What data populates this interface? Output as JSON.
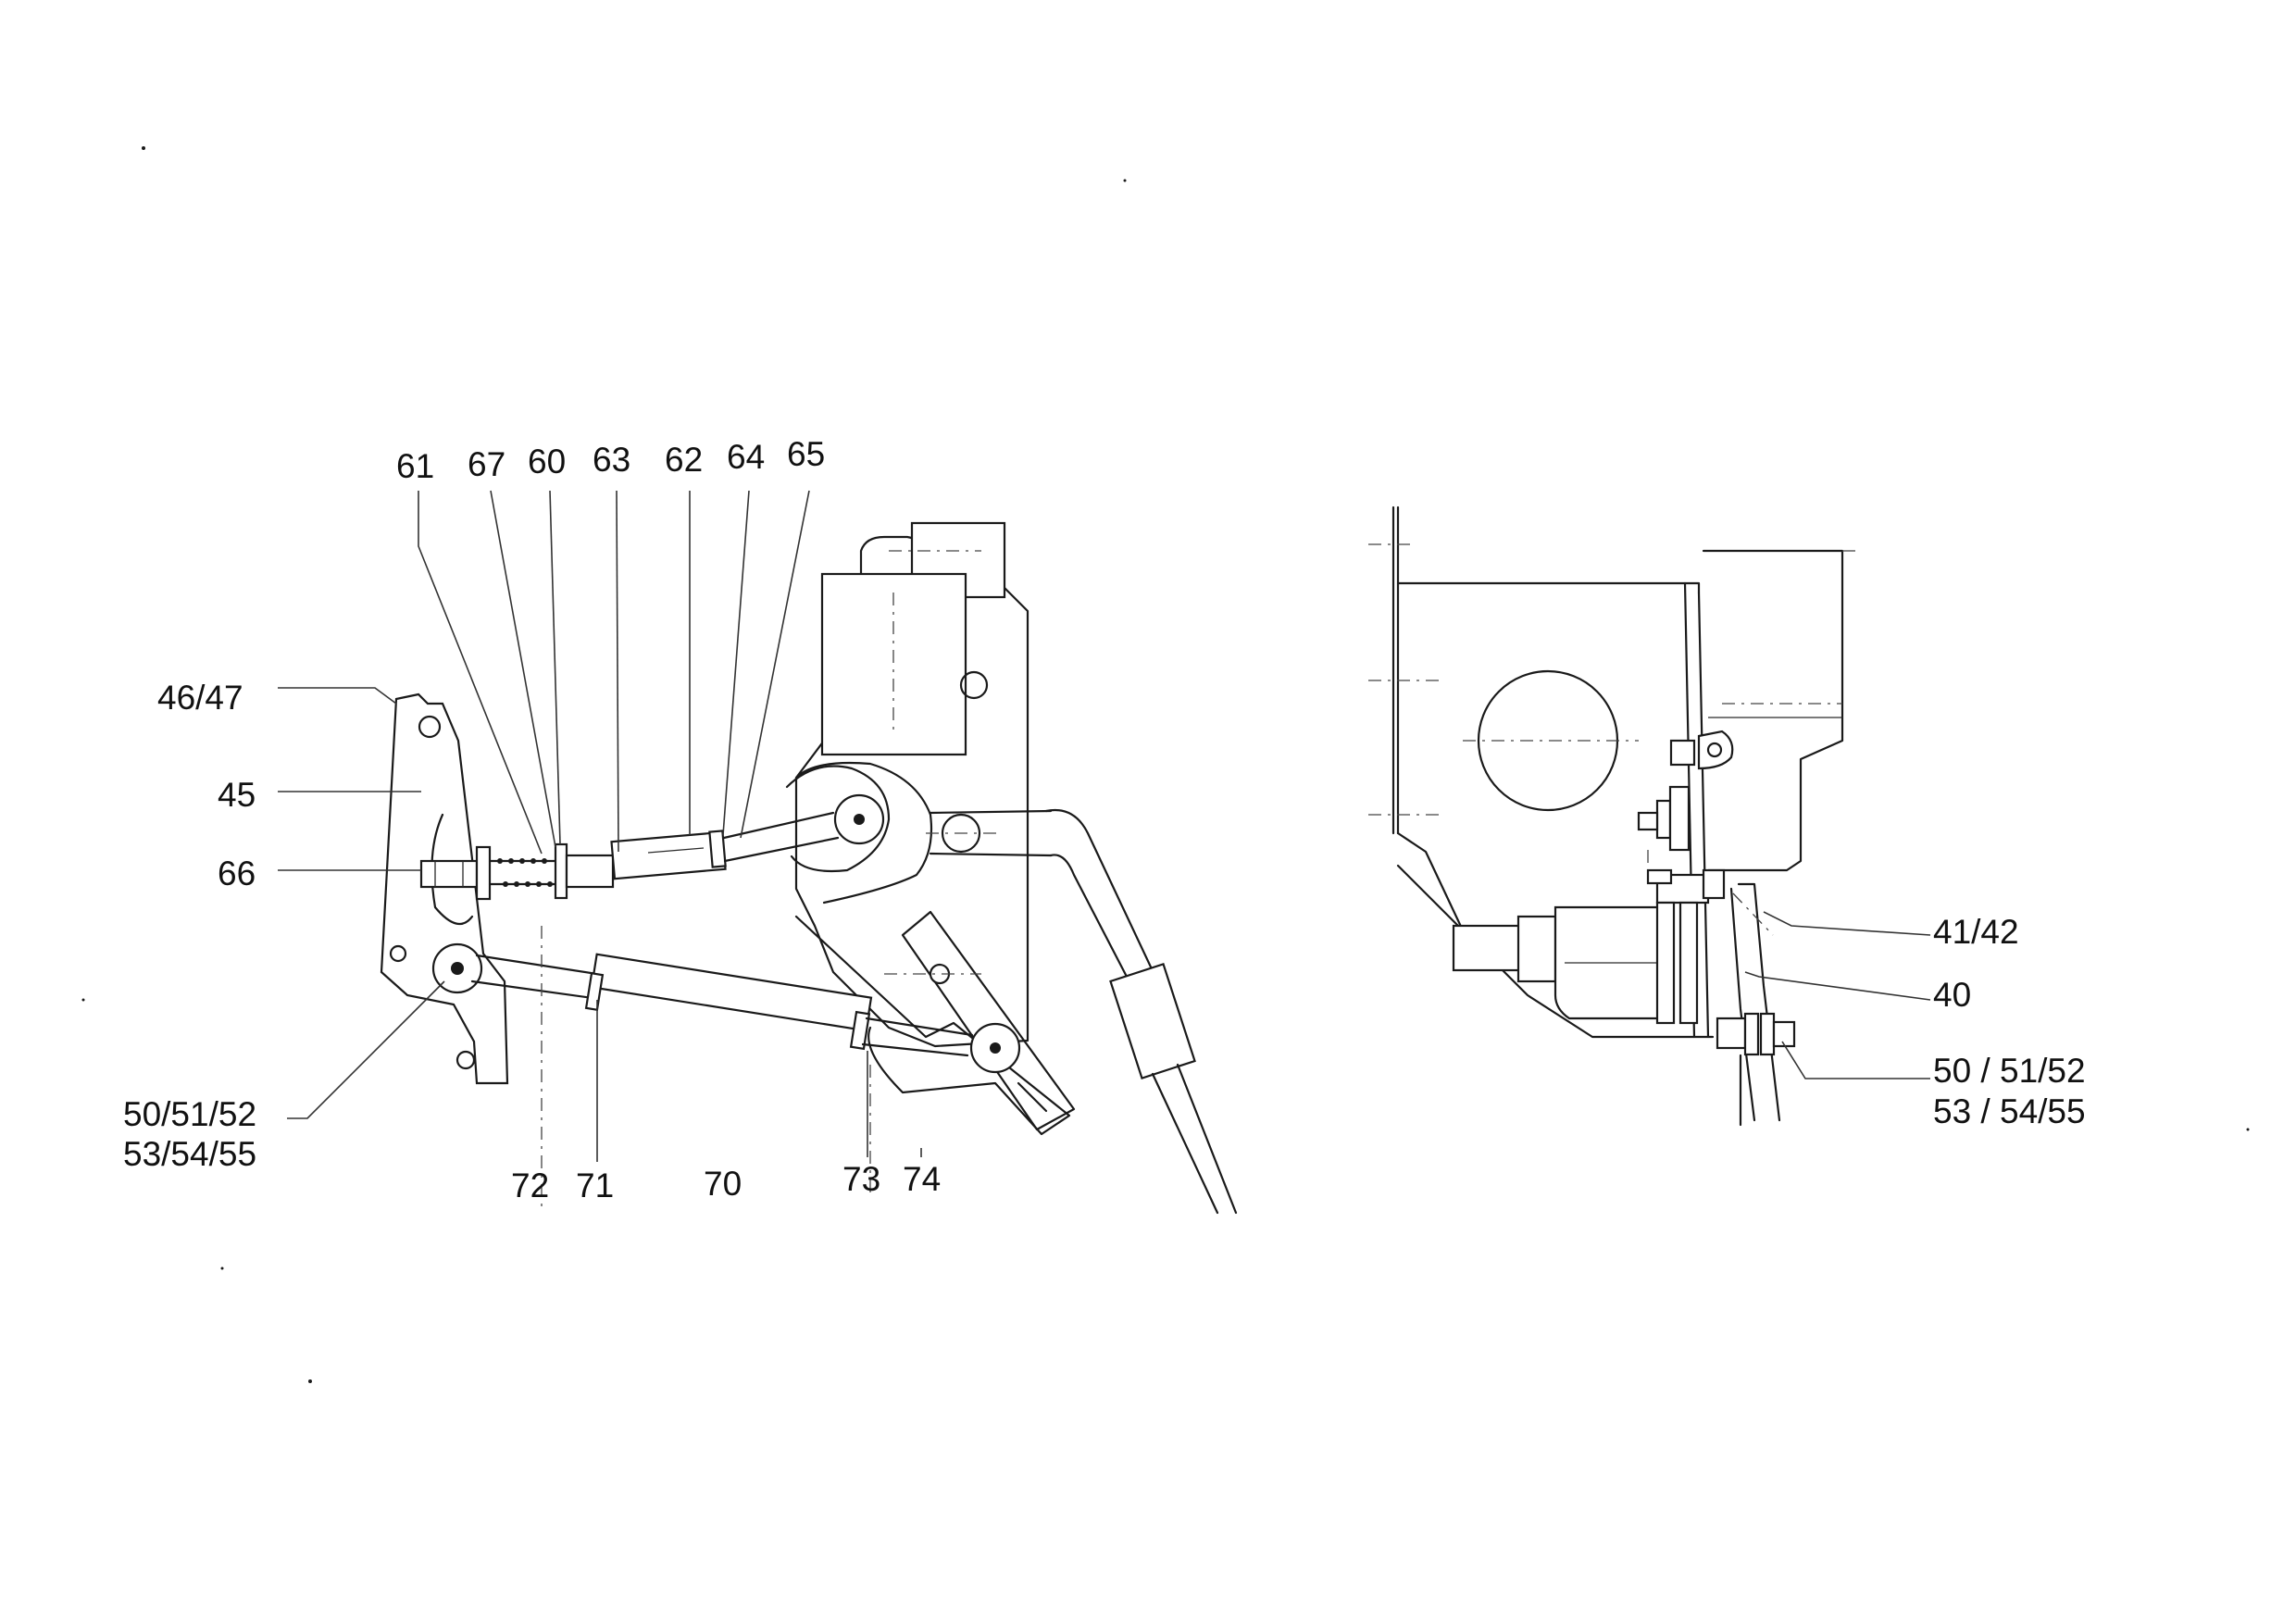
{
  "left_view": {
    "top_labels": [
      "61",
      "67",
      "60",
      "63",
      "62",
      "64",
      "65"
    ],
    "side_labels": [
      "46/47",
      "45",
      "66"
    ],
    "bottom_left_label": [
      "50/51/52",
      "53/54/55"
    ],
    "bottom_labels": [
      "72",
      "71",
      "70",
      "73",
      "74"
    ]
  },
  "right_view": {
    "labels": [
      "41/42",
      "40"
    ],
    "bottom_label": [
      "50 / 51/52",
      "53 / 54/55"
    ]
  }
}
